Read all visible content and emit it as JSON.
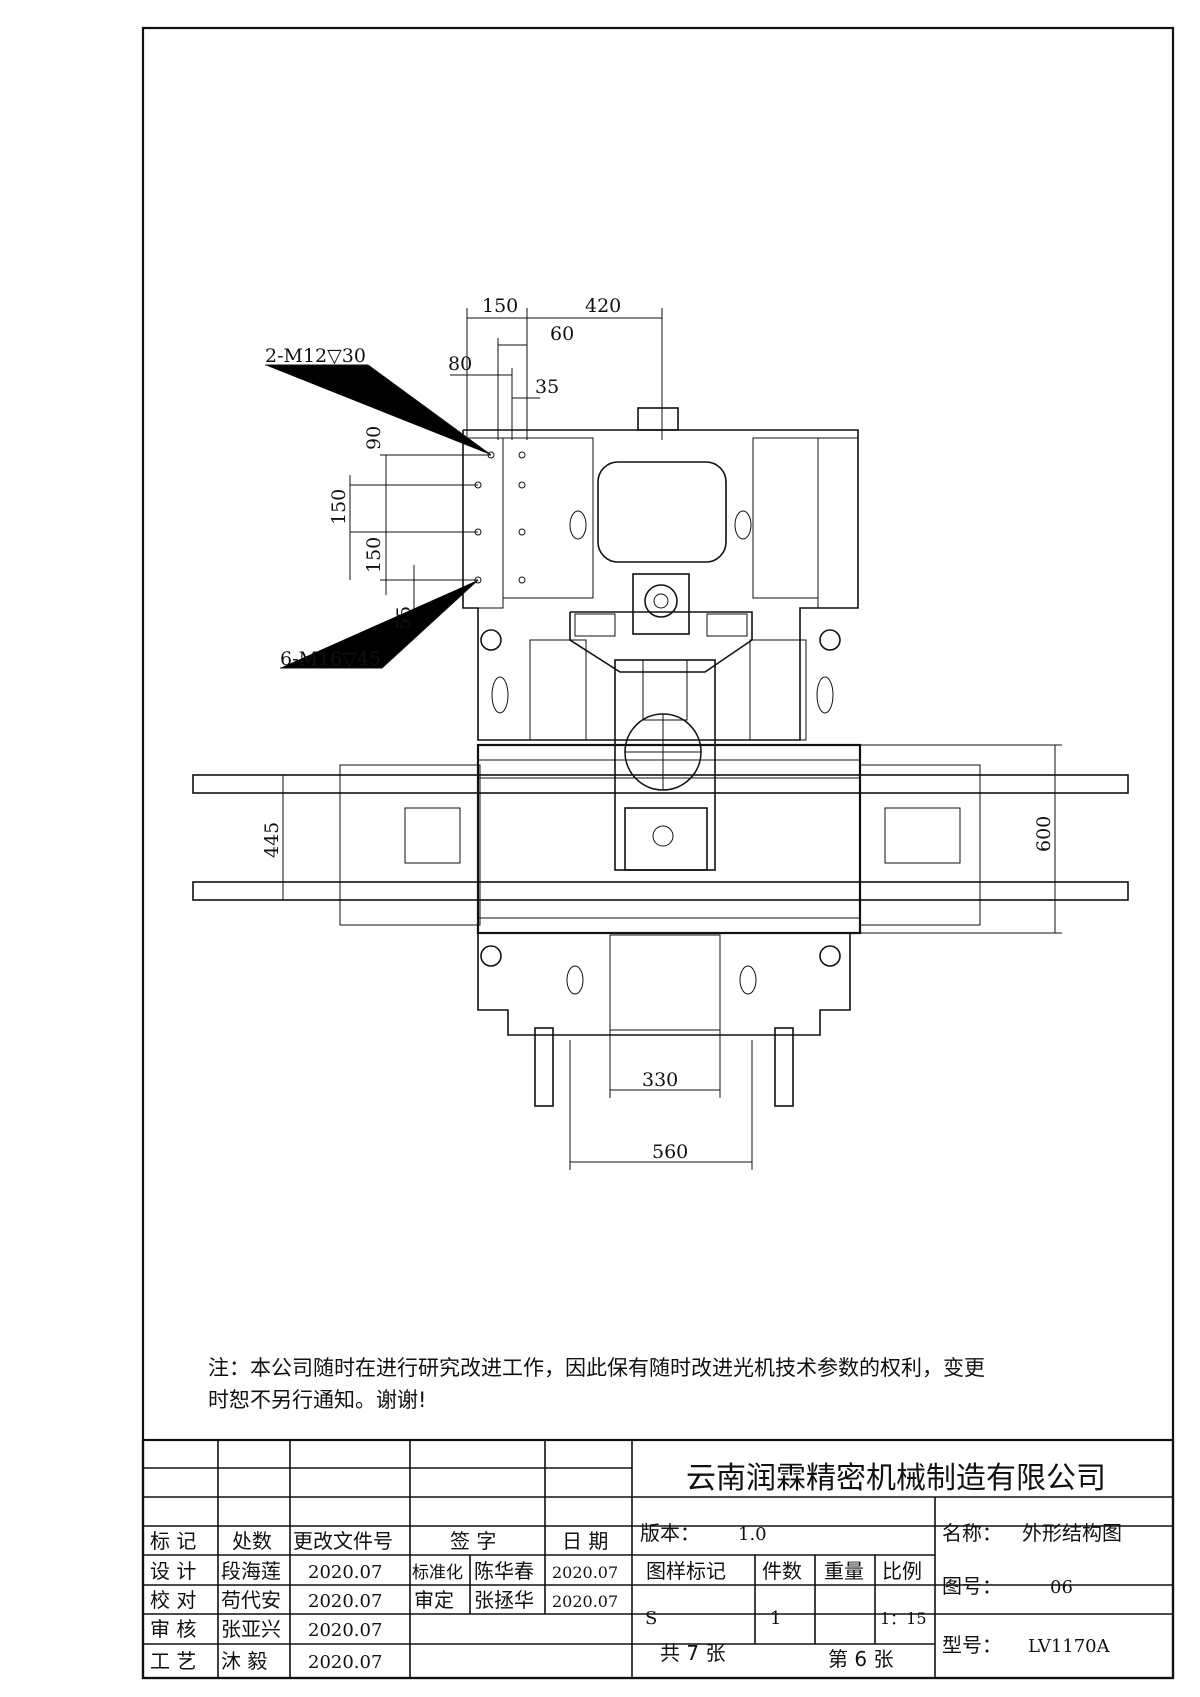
{
  "dimensions": {
    "d150_top": "150",
    "d420": "420",
    "d60": "60",
    "d80": "80",
    "d35": "35",
    "d90": "90",
    "d150_a": "150",
    "d150_b": "150",
    "d55": "55",
    "d445": "445",
    "d600": "600",
    "d330": "330",
    "d560": "560"
  },
  "callouts": {
    "m12": "2-M12▽30",
    "m16": "6-M16▽45"
  },
  "note": {
    "line1": "注：本公司随时在进行研究改进工作，因此保有随时改进光机技术参数的权利，变更",
    "line2": "时恕不另行通知。谢谢!"
  },
  "title_block": {
    "company": "云南润霖精密机械制造有限公司",
    "headers": {
      "mark": "标 记",
      "count": "处数",
      "change_doc": "更改文件号",
      "sign": "签 字",
      "date": "日 期"
    },
    "roles": [
      {
        "role": "设 计",
        "name": "段海莲",
        "date": "2020.07"
      },
      {
        "role": "校 对",
        "name": "苟代安",
        "date": "2020.07"
      },
      {
        "role": "审 核",
        "name": "张亚兴",
        "date": "2020.07"
      },
      {
        "role": "工 艺",
        "name": "沐 毅",
        "date": "2020.07"
      }
    ],
    "approvals": [
      {
        "role": "标准化",
        "name": "陈华春",
        "date": "2020.07"
      },
      {
        "role": "审定",
        "name": "张拯华",
        "date": "2020.07"
      }
    ],
    "version_label": "版本：",
    "version_value": "1.0",
    "name_label": "名称：",
    "name_value": "外形结构图",
    "drawing_no_label": "图号：",
    "drawing_no_value": "06",
    "model_label": "型号：",
    "model_value": "LV1170A",
    "col_mark": "图样标记",
    "col_qty": "件数",
    "col_weight": "重量",
    "col_scale": "比例",
    "mark_value": "S",
    "qty_value": "1",
    "scale_value": "1：15",
    "total_sheets": "共 7 张",
    "sheet_no": "第 6 张"
  }
}
